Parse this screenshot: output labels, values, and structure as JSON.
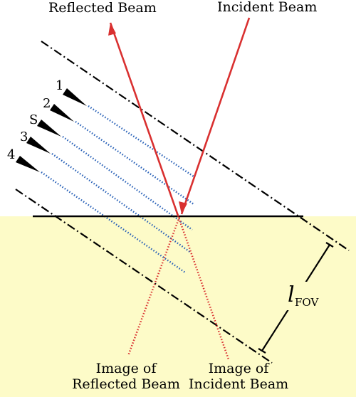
{
  "labels": {
    "reflected_beam": "Reflected Beam",
    "incident_beam": "Incident Beam",
    "image_reflected_line1": "Image of",
    "image_reflected_line2": "Reflected Beam",
    "image_incident_line1": "Image of",
    "image_incident_line2": "Incident Beam",
    "fov_symbol": "l",
    "fov_subscript": "FOV"
  },
  "detector_markers": [
    "1",
    "2",
    "S",
    "3",
    "4"
  ],
  "colors": {
    "beam": "#d93030",
    "scan_lines": "#2a62b8",
    "substrate": "#fdfbc8",
    "outline": "#000000"
  }
}
